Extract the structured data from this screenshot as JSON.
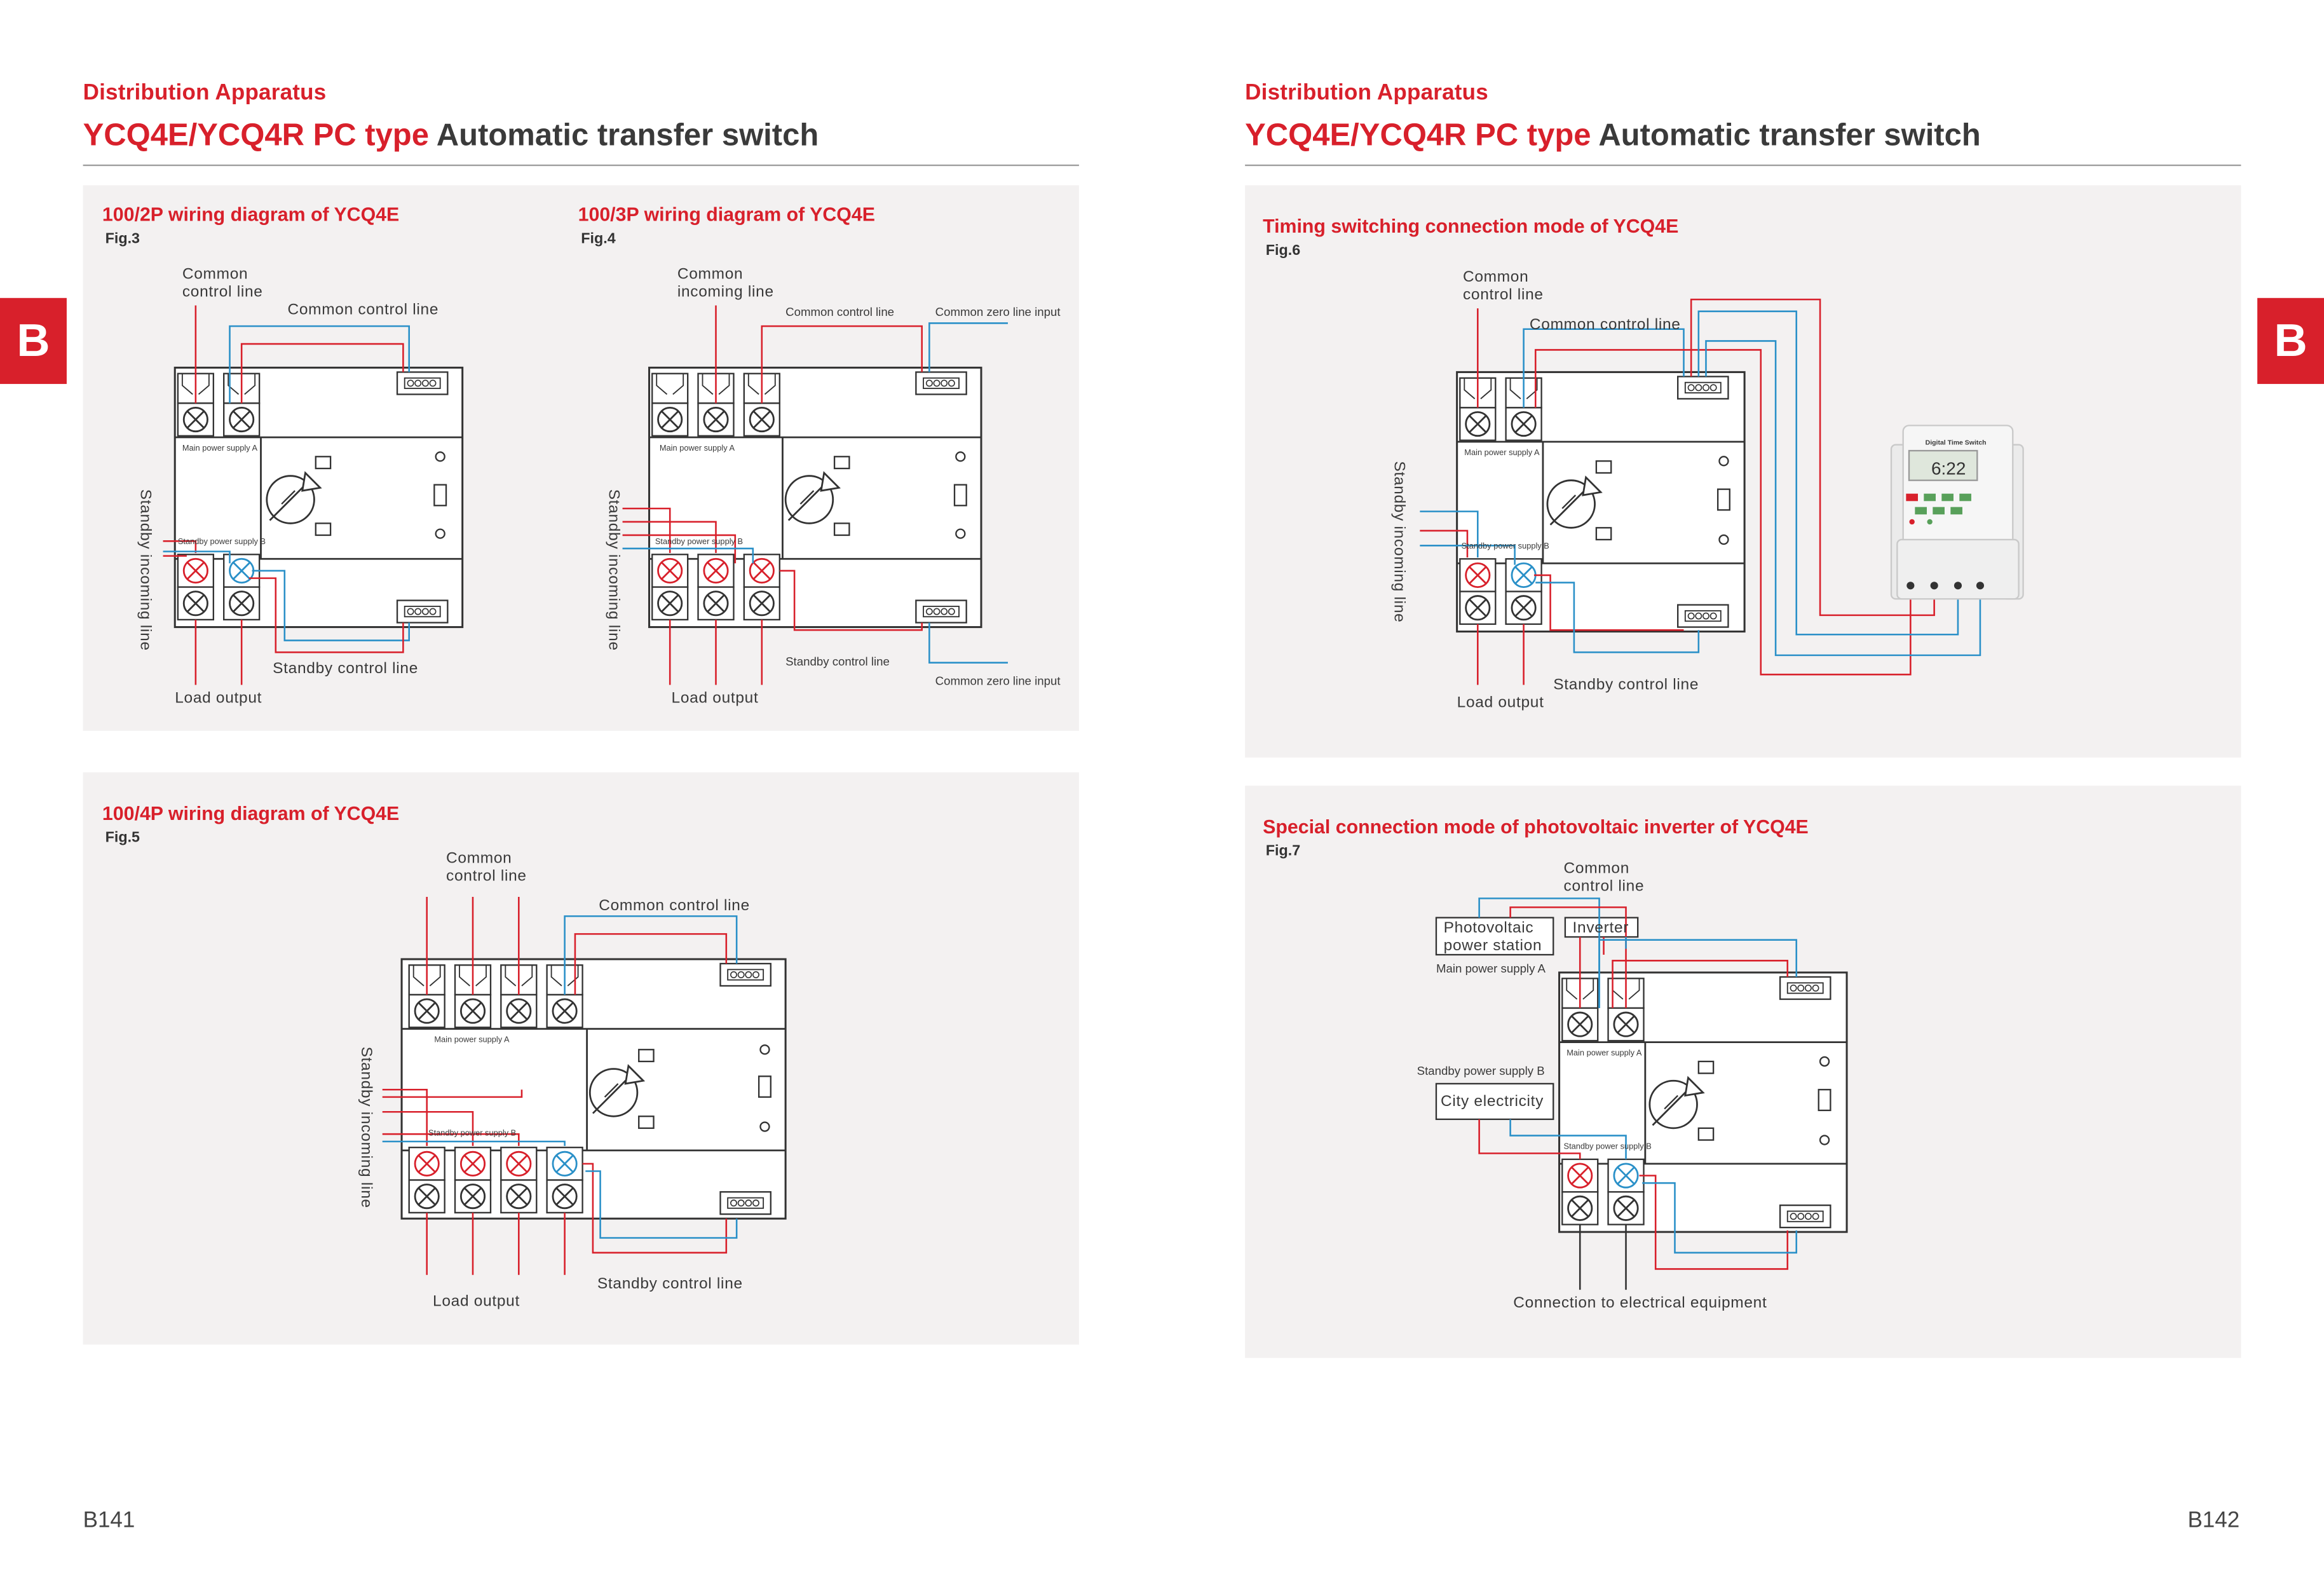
{
  "left_page": {
    "section": "Distribution Apparatus",
    "title_red": "YCQ4E/YCQ4R PC type",
    "title_gray": "Automatic transfer switch",
    "tab": "B",
    "page_number": "B141"
  },
  "right_page": {
    "section": "Distribution Apparatus",
    "title_red": "YCQ4E/YCQ4R PC type",
    "title_gray": "Automatic transfer switch",
    "tab": "B",
    "page_number": "B142"
  },
  "fig3": {
    "title": "100/2P wiring diagram of YCQ4E",
    "fig": "Fig.3",
    "common_1": "Common",
    "common_2": "control line",
    "common_control_line": "Common control line",
    "main_supply": "Main power supply A",
    "standby_supply": "Standby power supply B",
    "standby_incoming": "Standby incoming line",
    "standby_control": "Standby control line",
    "load_output": "Load output"
  },
  "fig4": {
    "title": "100/3P wiring diagram of YCQ4E",
    "fig": "Fig.4",
    "common_1": "Common",
    "common_2": "incoming line",
    "common_control_line": "Common control line",
    "common_zero_top": "Common zero line input",
    "main_supply": "Main power supply A",
    "standby_supply": "Standby power supply B",
    "standby_incoming": "Standby incoming line",
    "standby_control": "Standby control line",
    "common_zero_bottom": "Common zero line input",
    "load_output": "Load output"
  },
  "fig5": {
    "title": "100/4P wiring diagram of YCQ4E",
    "fig": "Fig.5",
    "common_1": "Common",
    "common_2": "control line",
    "common_control_line": "Common control line",
    "main_supply": "Main power supply A",
    "standby_supply": "Standby power supply B",
    "standby_incoming": "Standby incoming line",
    "standby_control": "Standby control line",
    "load_output": "Load output"
  },
  "fig6": {
    "title": "Timing switching connection mode of YCQ4E",
    "fig": "Fig.6",
    "common_1": "Common",
    "common_2": "control line",
    "common_control_line": "Common control line",
    "main_supply": "Main power supply A",
    "standby_supply": "Standby power supply B",
    "standby_incoming": "Standby incoming line",
    "standby_control": "Standby control line",
    "load_output": "Load output",
    "timer_label": "Digital Time Switch",
    "timer_display": "6:22"
  },
  "fig7": {
    "title": "Special connection mode of photovoltaic inverter of YCQ4E",
    "fig": "Fig.7",
    "common_1": "Common",
    "common_2": "control line",
    "pv_1": "Photovoltaic",
    "pv_2": "power station",
    "inverter": "Inverter",
    "main_supply_outer": "Main power supply A",
    "standby_supply_outer": "Standby power supply B",
    "city": "City electricity",
    "main_supply": "Main power supply A",
    "standby_supply": "Standby power supply B",
    "connection": "Connection to electrical equipment"
  },
  "colors": {
    "accent": "#d8202b",
    "wire_red": "#d8202b",
    "wire_blue": "#2a90c8",
    "panel": "#f3f1f1"
  }
}
